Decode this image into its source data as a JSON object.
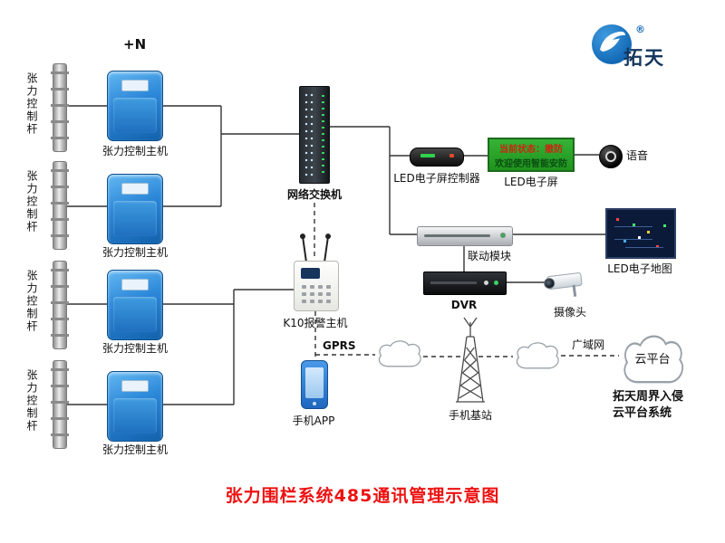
{
  "title": "张力围栏系统485通讯管理示意图",
  "header": {
    "plus_n": "+N",
    "logo_text": "拓天",
    "logo_reg": "®"
  },
  "pole_label": "张力控制杆",
  "host_label": "张力控制主机",
  "labels": {
    "switch": "网络交换机",
    "led_controller": "LED电子屏控制器",
    "led_screen": "LED电子屏",
    "voice": "语音",
    "linkage": "联动模块",
    "led_map": "LED电子地图",
    "dvr": "DVR",
    "camera": "摄像头",
    "k10": "K10报警主机",
    "gprs": "GPRS",
    "phone": "手机APP",
    "base_station": "手机基站",
    "wan": "广域网",
    "cloud": "云平台",
    "cloud_sys1": "拓天周界入侵",
    "cloud_sys2": "云平台系统"
  },
  "led_screen": {
    "line1": "当前状态：撤防",
    "line2": "欢迎使用智能安防"
  },
  "colors": {
    "title_red": "#ee1111",
    "host_blue": "#2b87d8",
    "screen_green": "#2fa82c",
    "logo_blue": "#1268b4",
    "line": "#333333"
  }
}
